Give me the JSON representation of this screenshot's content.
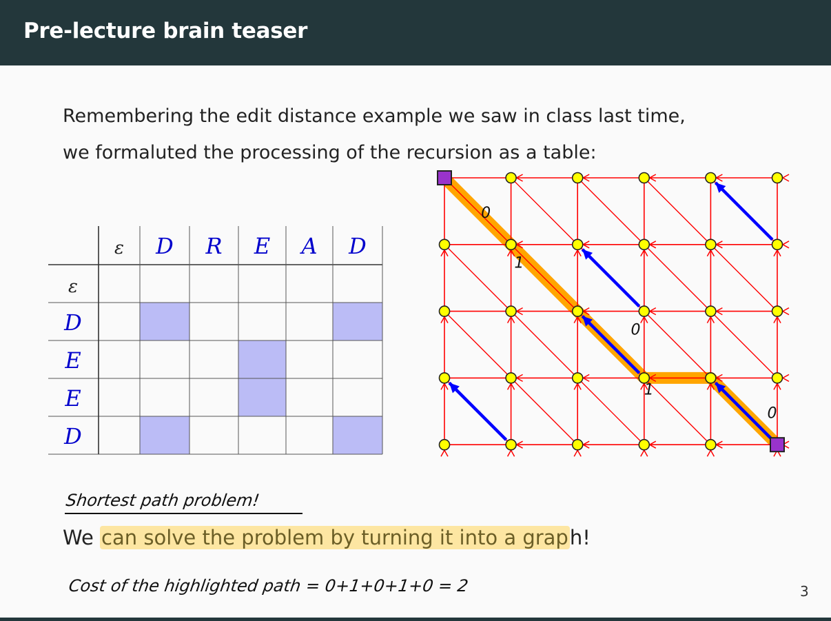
{
  "slide": {
    "title": "Pre-lecture brain teaser",
    "intro_line1": "Remembering the edit distance example we saw in class last time,",
    "intro_line2": "we formaluted the processing of the recursion as a table:",
    "annotation": "Shortest path problem!",
    "conclusion_prefix": "We ",
    "conclusion_highlight": "can solve the problem by turning it into a grap",
    "conclusion_suffix": "h!",
    "cost_note": "Cost of the highlighted path = 0+1+0+1+0 = 2",
    "page_number": "3"
  },
  "table": {
    "col_headers": [
      "ε",
      "D",
      "R",
      "E",
      "A",
      "D"
    ],
    "row_headers": [
      "ε",
      "D",
      "E",
      "E",
      "D"
    ],
    "highlight_color": "#bbbcf6",
    "highlighted_cells": [
      [
        1,
        1
      ],
      [
        1,
        5
      ],
      [
        2,
        3
      ],
      [
        3,
        3
      ],
      [
        4,
        1
      ],
      [
        4,
        5
      ]
    ]
  },
  "graph": {
    "rows": 5,
    "cols": 6,
    "edge_color": "#ff0000",
    "node_color": "#ffff00",
    "endpoint_color": "#9933cc",
    "path_color": "#ffa500",
    "match_arrow_color": "#0000ff",
    "match_diagonals": [
      [
        0,
        4
      ],
      [
        1,
        2
      ],
      [
        2,
        2
      ],
      [
        3,
        0
      ],
      [
        3,
        4
      ]
    ],
    "path_nodes": [
      [
        0,
        0
      ],
      [
        1,
        1
      ],
      [
        2,
        2
      ],
      [
        3,
        3
      ],
      [
        3,
        4
      ],
      [
        4,
        5
      ]
    ],
    "path_costs": [
      "0",
      "1",
      "0",
      "1",
      "0"
    ]
  }
}
